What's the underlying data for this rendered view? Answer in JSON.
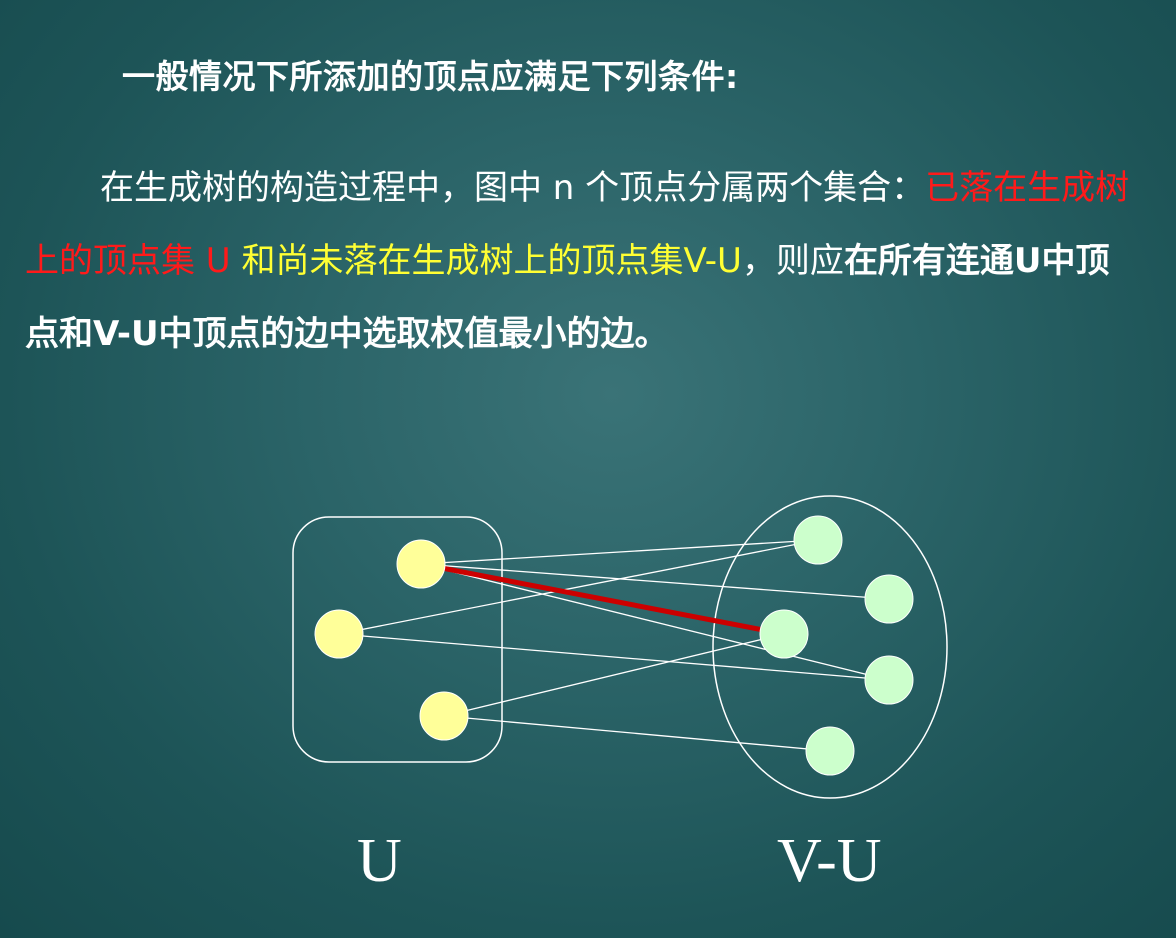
{
  "heading": "一般情况下所添加的顶点应满足下列条件:",
  "paragraph": {
    "part1_white": "在生成树的构造过程中，图中 n 个顶点分属两个集合：",
    "part2_red": "已落在生成树上的顶点集 U ",
    "part3_yellow": "和尚未落在生成树上的顶点集V-U",
    "part4_white": "，则应",
    "part5_bold": "在所有连通U中顶点和V-U中顶点的边中选取权值最小的边。"
  },
  "diagram": {
    "label_u": "U",
    "label_vu": "V-U",
    "colors": {
      "u_node": "#ffff99",
      "vu_node": "#ccffcc",
      "edge": "#ffffff",
      "min_edge": "#cc0000",
      "set_border": "#ffffff"
    },
    "u_nodes": [
      "u1",
      "u2",
      "u3"
    ],
    "vu_nodes": [
      "v1",
      "v2",
      "v3",
      "v4",
      "v5"
    ],
    "edges": [
      [
        "u1",
        "v1"
      ],
      [
        "u1",
        "v2"
      ],
      [
        "u1",
        "v4"
      ],
      [
        "u2",
        "v1"
      ],
      [
        "u2",
        "v4"
      ],
      [
        "u3",
        "v3"
      ],
      [
        "u3",
        "v5"
      ]
    ],
    "min_edge": [
      "u1",
      "v3"
    ]
  }
}
